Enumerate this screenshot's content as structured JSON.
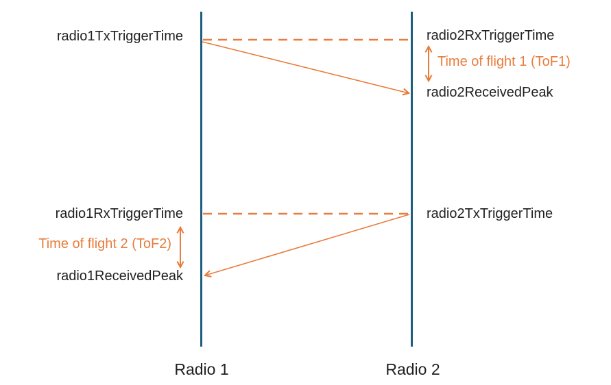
{
  "colors": {
    "timeline": "#1B5E7E",
    "annotation": "#E87C3C",
    "ink": "#212121"
  },
  "diagram": {
    "radio1": {
      "name": "Radio 1",
      "tx_trigger_label": "radio1TxTriggerTime",
      "rx_trigger_label": "radio1RxTriggerTime",
      "received_peak_label": "radio1ReceivedPeak",
      "tof_label": "Time of flight 2 (ToF2)"
    },
    "radio2": {
      "name": "Radio 2",
      "rx_trigger_label": "radio2RxTriggerTime",
      "received_peak_label": "radio2ReceivedPeak",
      "tx_trigger_label": "radio2TxTriggerTime",
      "tof_label": "Time of flight 1 (ToF1)"
    }
  }
}
